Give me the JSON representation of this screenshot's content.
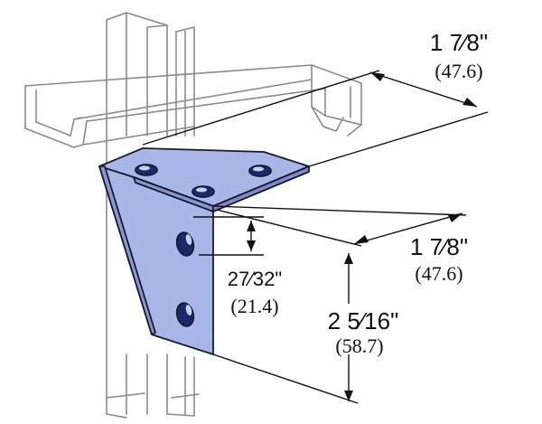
{
  "colors": {
    "bracket_fill": "#a9b7e8",
    "bracket_stroke": "#1a1a2e",
    "channel_stroke": "#8a8a8a",
    "dimension_stroke": "#111111"
  },
  "dimensions": {
    "top_width": {
      "imperial": "1 7⁄8\"",
      "metric": "(47.6)"
    },
    "leg_width": {
      "imperial": "1 7⁄8\"",
      "metric": "(47.6)"
    },
    "hole_spacing": {
      "imperial": "27⁄32\"",
      "metric": "(21.4)"
    },
    "leg_height": {
      "imperial": "2 5⁄16\"",
      "metric": "(58.7)"
    }
  }
}
